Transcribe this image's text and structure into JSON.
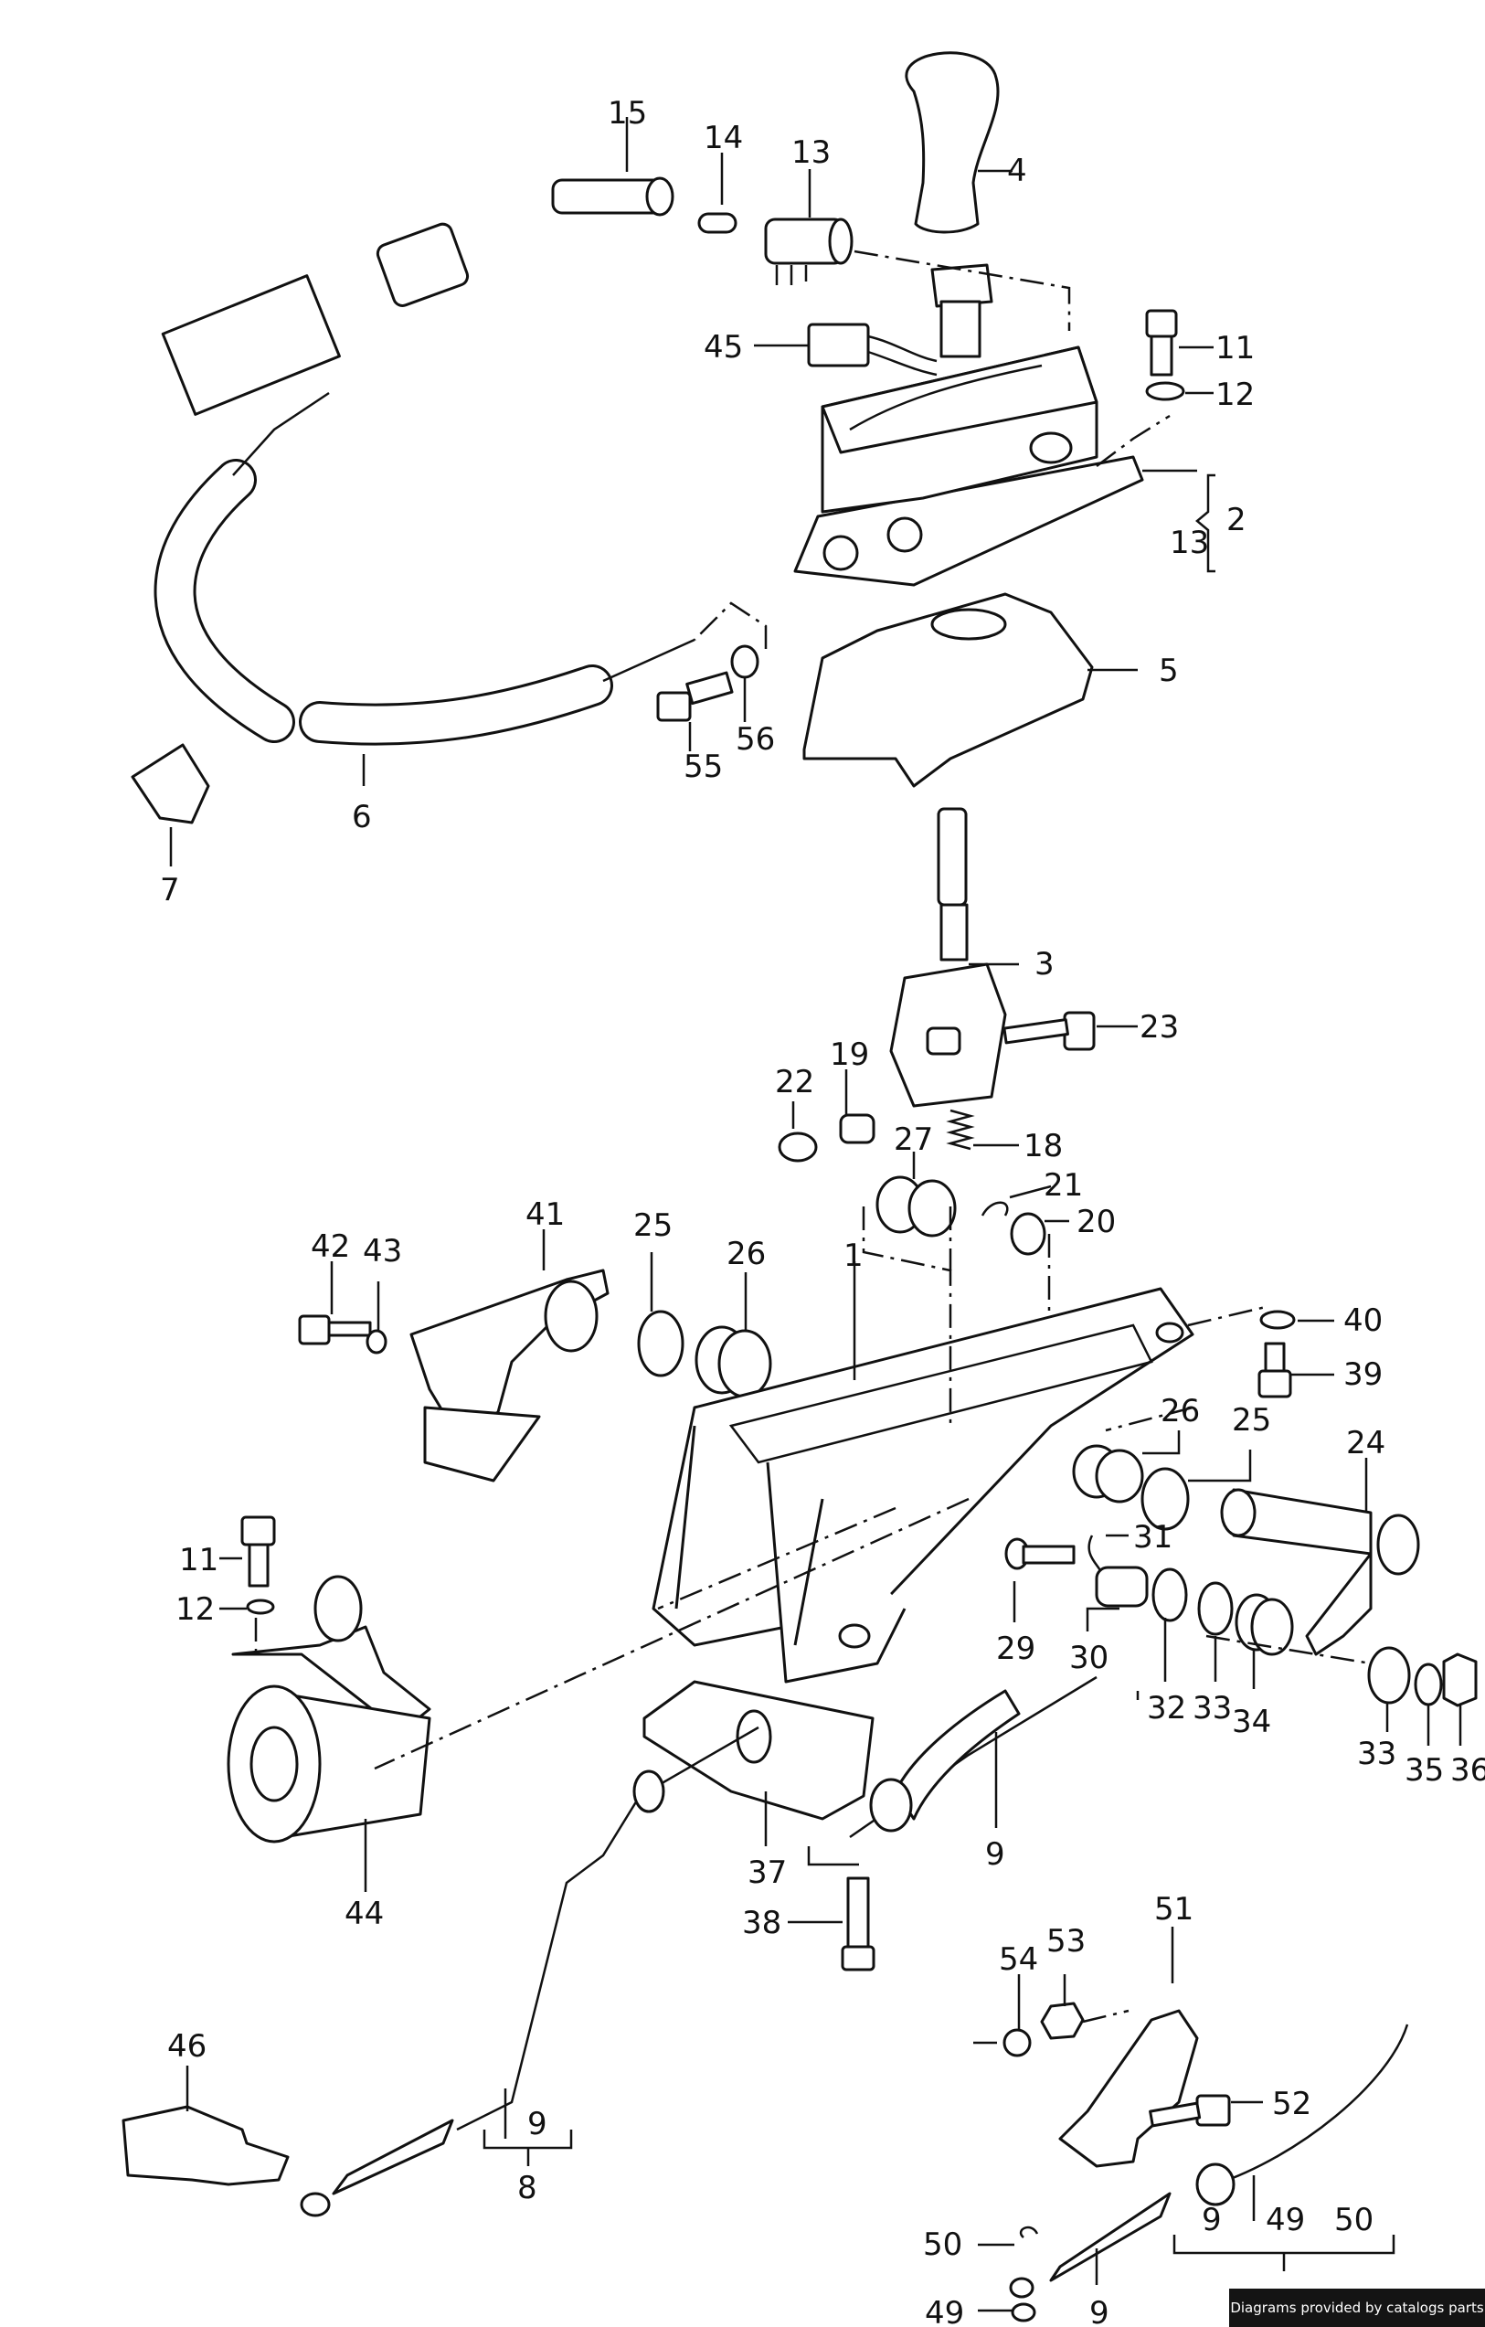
{
  "labels": {
    "n15": "15",
    "n14": "14",
    "n13a": "13",
    "n4": "4",
    "n45": "45",
    "n11a": "11",
    "n12a": "12",
    "n2": "2",
    "n13b": "13",
    "n5": "5",
    "n6": "6",
    "n7": "7",
    "n55": "55",
    "n56": "56",
    "n3": "3",
    "n23": "23",
    "n22": "22",
    "n19": "19",
    "n18": "18",
    "n27": "27",
    "n21": "21",
    "n20": "20",
    "n41": "41",
    "n42": "42",
    "n43": "43",
    "n25a": "25",
    "n26a": "26",
    "n1": "1",
    "n40": "40",
    "n39": "39",
    "n26b": "26",
    "n25b": "25",
    "n24": "24",
    "n31": "31",
    "n11b": "11",
    "n12b": "12",
    "n29": "29",
    "n30": "30",
    "n32": "32",
    "n33a": "33",
    "n34": "34",
    "n33b": "33",
    "n35": "35",
    "n36": "36",
    "n44": "44",
    "n37": "37",
    "n9a": "9",
    "n38": "38",
    "n46": "46",
    "n9b": "9",
    "n8": "8",
    "n51": "51",
    "n54": "54",
    "n53": "53",
    "n52": "52",
    "n50a": "50",
    "n49a": "49",
    "n9c": "9",
    "n9d": "9",
    "n49b": "49",
    "n50b": "50"
  },
  "credit": "Diagrams provided by catalogs parts"
}
